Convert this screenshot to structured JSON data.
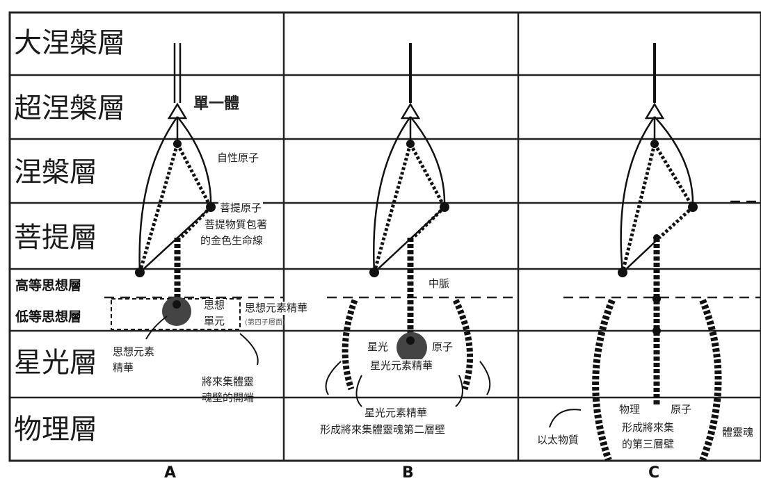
{
  "planes": {
    "great_nirvana": "大涅槃層",
    "super_nirvana": "超涅槃層",
    "nirvana": "涅槃層",
    "buddhi": "菩提層",
    "higher_mental": "高等思想層",
    "lower_mental": "低等思想層",
    "astral": "星光層",
    "physical": "物理層"
  },
  "columns": [
    "A",
    "B",
    "C"
  ],
  "labels_a": {
    "monad": "單一體",
    "atmic_atom": "自性原子",
    "buddhic_atom": "菩提原子",
    "golden_thread_1": "菩提物質包著",
    "golden_thread_2": "的金色生命線",
    "mental_unit_1": "思想",
    "mental_unit_2": "單元",
    "mental_elemental": "思想元素精華",
    "mental_essence": "思想元素",
    "essence": "精華",
    "group_soul_1": "將來集體靈",
    "group_soul_2": "魂壁的開端",
    "fourth_layer": "(第四子層面)"
  },
  "labels_b": {
    "sutratma": "中脈",
    "astral_atom_left": "星光",
    "astral_atom_right": "原子",
    "astral_essence": "星光元素精華",
    "second_wall_1": "星光元素精華",
    "second_wall_2": "形成將來集體靈魂第二層壁"
  },
  "labels_c": {
    "physical_left": "物理",
    "atom": "原子",
    "etheric_matter": "以太物質",
    "third_wall_1": "形成將來集",
    "third_wall_2": "的第三層壁",
    "group_soul_cut": "體靈魂"
  }
}
